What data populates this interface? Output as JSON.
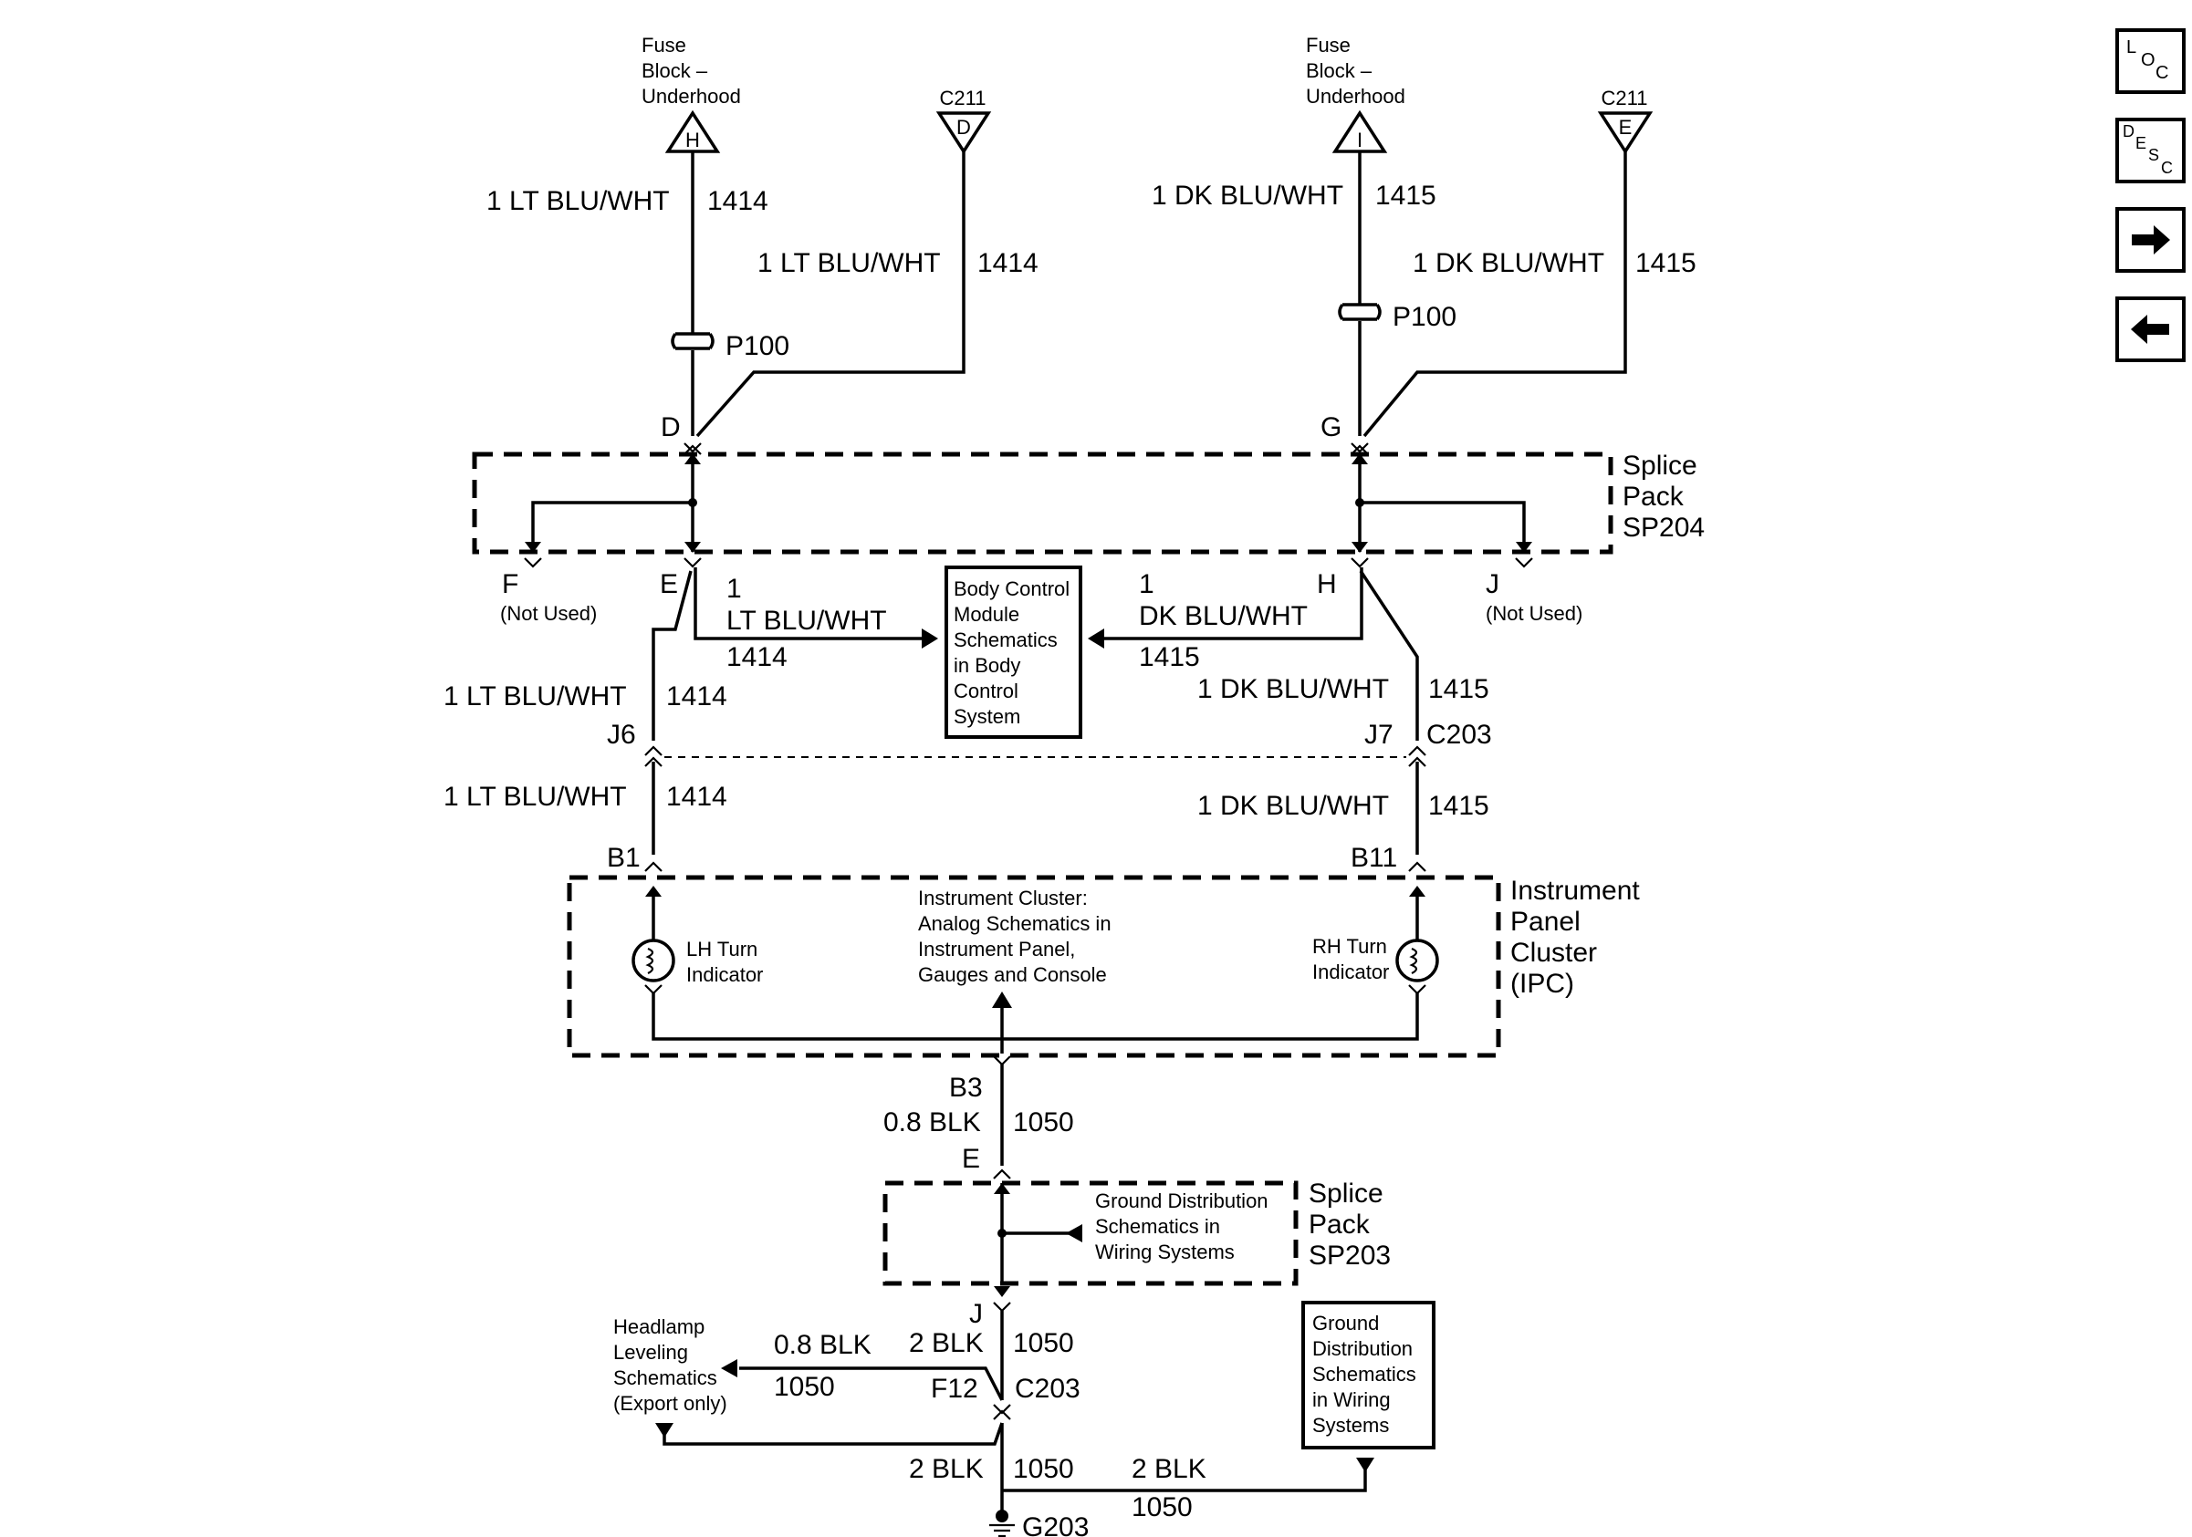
{
  "nav": {
    "loc": [
      "L",
      "O",
      "C"
    ],
    "desc": [
      "D",
      "E",
      "S",
      "C"
    ]
  },
  "labels": {
    "fuse_left": [
      "Fuse",
      "Block –",
      "Underhood"
    ],
    "fuse_left_code": "H",
    "fuse_right": [
      "Fuse",
      "Block –",
      "Underhood"
    ],
    "fuse_right_code": "I",
    "c211_left": "C211",
    "c211_left_code": "D",
    "c211_right": "C211",
    "c211_right_code": "E",
    "w1414_a": "1 LT BLU/WHT",
    "n1414_a": "1414",
    "w1414_b": "1 LT BLU/WHT",
    "n1414_b": "1414",
    "w1415_a": "1 DK BLU/WHT",
    "n1415_a": "1415",
    "w1415_b": "1 DK BLU/WHT",
    "n1415_b": "1415",
    "p100_left": "P100",
    "p100_right": "P100",
    "pin_d": "D",
    "pin_g": "G",
    "sp204": [
      "Splice",
      "Pack",
      "SP204"
    ],
    "pin_f": "F",
    "pin_e": "E",
    "pin_h": "H",
    "pin_j": "J",
    "not_used_left": "(Not Used)",
    "not_used_right": "(Not Used)",
    "bcm_left_gauge": "1",
    "bcm_left_color": "LT BLU/WHT",
    "bcm_left_num": "1414",
    "bcm_right_gauge": "1",
    "bcm_right_color": "DK BLU/WHT",
    "bcm_right_num": "1415",
    "bcm_box": [
      "Body Control",
      "Module",
      "Schematics",
      "in Body",
      "Control",
      "System"
    ],
    "w1414_c": "1 LT BLU/WHT",
    "n1414_c": "1414",
    "w1415_c": "1 DK BLU/WHT",
    "n1415_c": "1415",
    "pin_j6": "J6",
    "pin_j7": "J7",
    "c203_top": "C203",
    "w1414_d": "1 LT BLU/WHT",
    "n1414_d": "1414",
    "w1415_d": "1 DK BLU/WHT",
    "n1415_d": "1415",
    "pin_b1": "B1",
    "pin_b11": "B11",
    "ipc_note": [
      "Instrument Cluster:",
      "Analog Schematics in",
      "Instrument Panel,",
      "Gauges and Console"
    ],
    "lh_turn": [
      "LH Turn",
      "Indicator"
    ],
    "rh_turn": [
      "RH Turn",
      "Indicator"
    ],
    "ipc": [
      "Instrument",
      "Panel",
      "Cluster",
      "(IPC)"
    ],
    "pin_b3": "B3",
    "w1050_a": "0.8 BLK",
    "n1050_a": "1050",
    "pin_e2": "E",
    "ground_dist_note": [
      "Ground Distribution",
      "Schematics in",
      "Wiring Systems"
    ],
    "sp203": [
      "Splice",
      "Pack",
      "SP203"
    ],
    "pin_j2": "J",
    "headlamp": [
      "Headlamp",
      "Leveling",
      "Schematics",
      "(Export only)"
    ],
    "w1050_hl": "0.8 BLK",
    "n1050_hl": "1050",
    "w1050_b": "2 BLK",
    "n1050_b": "1050",
    "pin_f12": "F12",
    "c203_bottom": "C203",
    "ground_box": [
      "Ground",
      "Distribution",
      "Schematics",
      "in Wiring",
      "Systems"
    ],
    "w1050_c": "2 BLK",
    "n1050_c": "1050",
    "w1050_d": "2 BLK",
    "n1050_d": "1050",
    "g203": "G203"
  }
}
